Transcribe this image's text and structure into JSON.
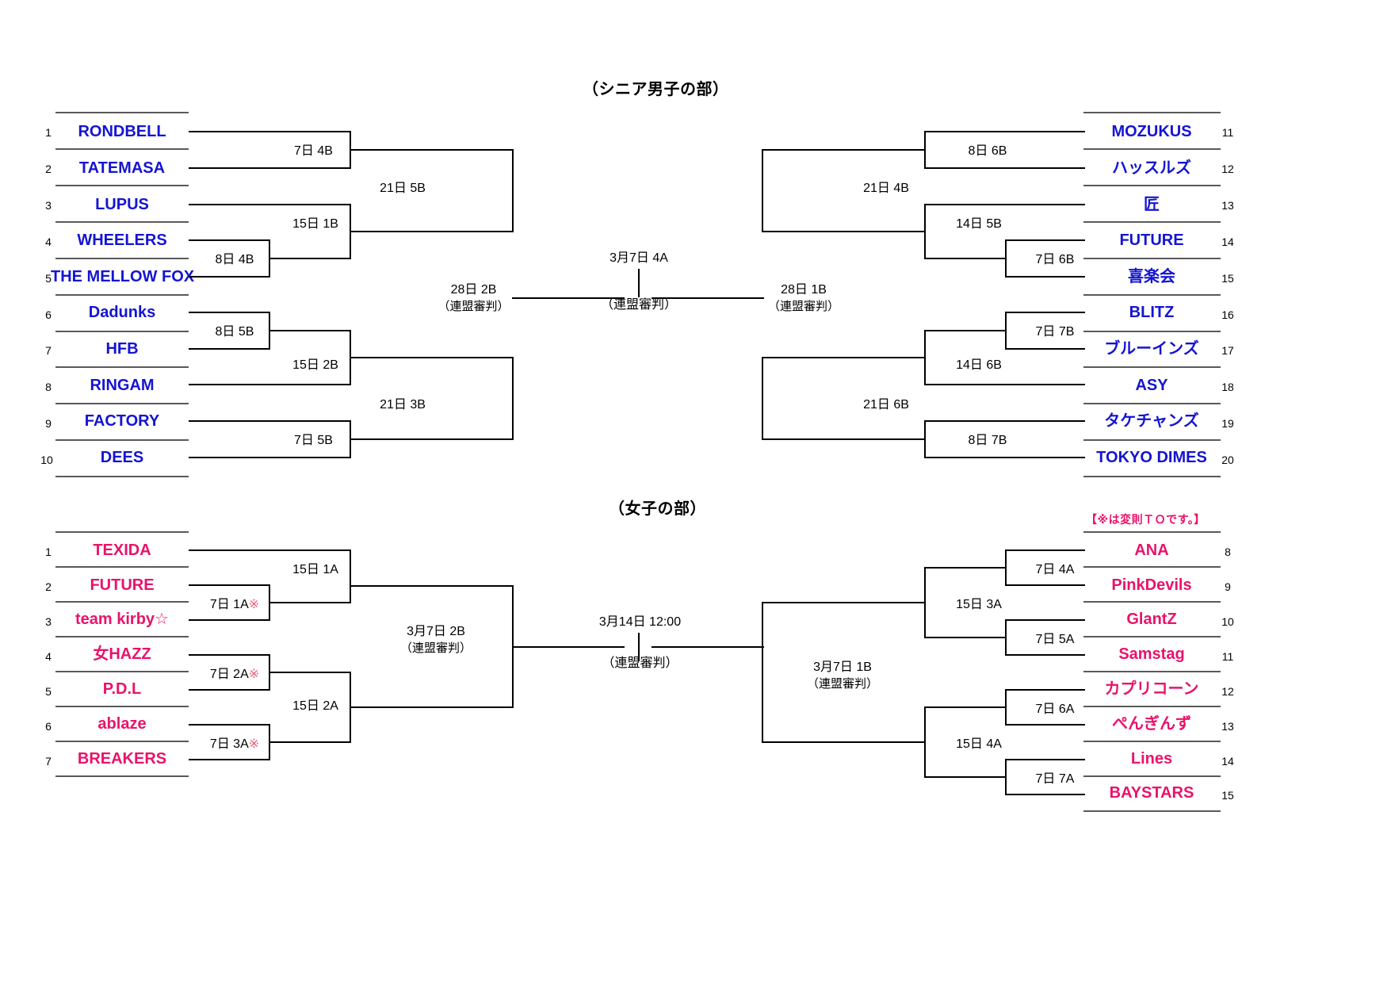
{
  "page": {
    "men_title": "（シニア男子の部）",
    "women_title": "（女子の部）",
    "note": "【※は変則ＴＯです。】",
    "colors": {
      "men": "#1414d2",
      "women": "#e8136a",
      "line": "#595959",
      "bracket": "#000000"
    }
  },
  "men": {
    "left_teams": [
      {
        "seed": "1",
        "name": "RONDBELL"
      },
      {
        "seed": "2",
        "name": "TATEMASA"
      },
      {
        "seed": "3",
        "name": "LUPUS"
      },
      {
        "seed": "4",
        "name": "WHEELERS"
      },
      {
        "seed": "5",
        "name": "THE MELLOW FOX"
      },
      {
        "seed": "6",
        "name": "Dadunks"
      },
      {
        "seed": "7",
        "name": "HFB"
      },
      {
        "seed": "8",
        "name": "RINGAM"
      },
      {
        "seed": "9",
        "name": "FACTORY"
      },
      {
        "seed": "10",
        "name": "DEES"
      }
    ],
    "right_teams": [
      {
        "seed": "11",
        "name": "MOZUKUS"
      },
      {
        "seed": "12",
        "name": "ハッスルズ"
      },
      {
        "seed": "13",
        "name": "匠"
      },
      {
        "seed": "14",
        "name": "FUTURE"
      },
      {
        "seed": "15",
        "name": "喜楽会"
      },
      {
        "seed": "16",
        "name": "BLITZ"
      },
      {
        "seed": "17",
        "name": "ブルーインズ"
      },
      {
        "seed": "18",
        "name": "ASY"
      },
      {
        "seed": "19",
        "name": "タケチャンズ"
      },
      {
        "seed": "20",
        "name": "TOKYO DIMES"
      }
    ],
    "rounds": {
      "l_r1_top": "7日 4B",
      "l_r1_wheel": "8日 4B",
      "l_r2_top": "15日 1B",
      "l_r3_top": "21日 5B",
      "l_r1_dad": "8日 5B",
      "l_r2_bot": "15日 2B",
      "l_r1_fac": "7日 5B",
      "l_r3_bot": "21日 3B",
      "l_semi": "28日 2B",
      "l_semi_sub": "（連盟審判）",
      "final": "3月7日 4A",
      "final_sub": "（連盟審判）",
      "r_semi": "28日 1B",
      "r_semi_sub": "（連盟審判）",
      "r_r3_top": "21日 4B",
      "r_r2_top": "8日 6B",
      "r_r2_mid": "14日 5B",
      "r_r1_fut": "7日 6B",
      "r_r3_bot": "21日 6B",
      "r_r2_blitz": "14日 6B",
      "r_r1_blitz": "7日 7B",
      "r_r1_take": "8日 7B"
    }
  },
  "women": {
    "left_teams": [
      {
        "seed": "1",
        "name": "TEXIDA"
      },
      {
        "seed": "2",
        "name": "FUTURE"
      },
      {
        "seed": "3",
        "name": "team kirby☆"
      },
      {
        "seed": "4",
        "name": "女HAZZ"
      },
      {
        "seed": "5",
        "name": "P.D.L"
      },
      {
        "seed": "6",
        "name": "ablaze"
      },
      {
        "seed": "7",
        "name": "BREAKERS"
      }
    ],
    "right_teams": [
      {
        "seed": "8",
        "name": "ANA"
      },
      {
        "seed": "9",
        "name": "PinkDevils"
      },
      {
        "seed": "10",
        "name": "GlantZ"
      },
      {
        "seed": "11",
        "name": "Samstag"
      },
      {
        "seed": "12",
        "name": "カプリコーン"
      },
      {
        "seed": "13",
        "name": "ぺんぎんず"
      },
      {
        "seed": "14",
        "name": "Lines"
      },
      {
        "seed": "15",
        "name": "BAYSTARS"
      }
    ],
    "rounds": {
      "l_r1_fut": "7日 1A",
      "l_r1_fut_mark": "※",
      "l_r2_top": "15日 1A",
      "l_r1_haz": "7日 2A",
      "l_r1_haz_mark": "※",
      "l_r1_abl": "7日 3A",
      "l_r1_abl_mark": "※",
      "l_r2_bot": "15日 2A",
      "l_semi": "3月7日 2B",
      "l_semi_sub": "（連盟審判）",
      "final": "3月14日 12:00",
      "final_sub": "（連盟審判）",
      "r_semi": "3月7日 1B",
      "r_semi_sub": "（連盟審判）",
      "r_r2_top": "15日 3A",
      "r_r1_ana": "7日 4A",
      "r_r1_glantz": "7日 5A",
      "r_r2_bot": "15日 4A",
      "r_r1_capri": "7日 6A",
      "r_r1_lines": "7日 7A"
    }
  }
}
